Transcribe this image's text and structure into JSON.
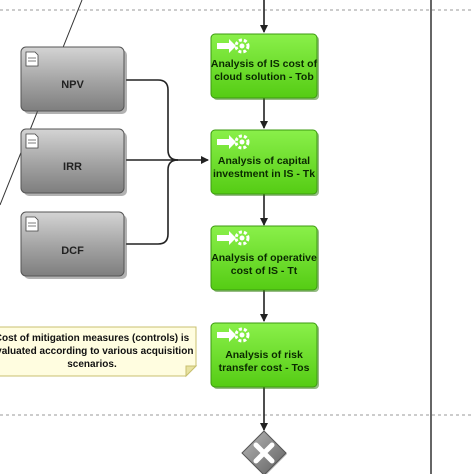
{
  "documents": [
    {
      "id": "npv",
      "label": "NPV"
    },
    {
      "id": "irr",
      "label": "IRR"
    },
    {
      "id": "dcf",
      "label": "DCF"
    }
  ],
  "functions": [
    {
      "id": "tob",
      "lines": [
        "Analysis of IS cost of",
        "cloud solution - Tob"
      ]
    },
    {
      "id": "tk",
      "lines": [
        "Analysis of capital",
        "investment in IS - Tk"
      ]
    },
    {
      "id": "tt",
      "lines": [
        "Analysis of operative",
        "cost of IS - Tt"
      ]
    },
    {
      "id": "tos",
      "lines": [
        "Analysis of risk",
        "transfer cost - Tos"
      ]
    }
  ],
  "note": {
    "lines": [
      "Cost of mitigation measures  (controls) is",
      "evaluated according to various acquisition",
      "scenarios."
    ]
  },
  "gateway": {
    "type": "xor"
  },
  "colors": {
    "function_fill": "#66dd22",
    "function_stroke": "#3c9a10",
    "document_fill": "#9a9a9a",
    "note_fill": "#fffde0",
    "note_stroke": "#c8c070",
    "connector": "#222222",
    "swimlane_dash": "#999999",
    "gateway_fill": "#8a8a8a"
  }
}
